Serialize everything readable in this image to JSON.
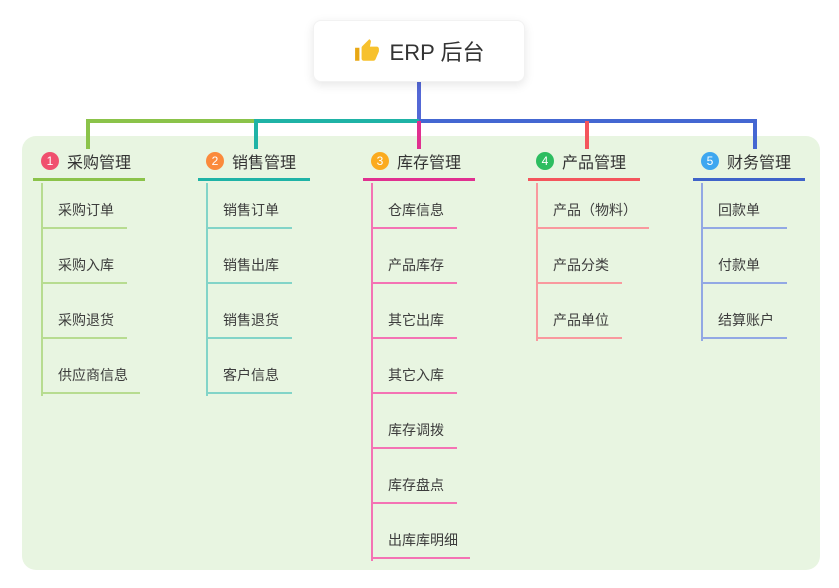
{
  "root": {
    "label": "ERP 后台",
    "icon": "thumbs-up-icon",
    "icon_color": "#f7b92a"
  },
  "connector_colors": {
    "root_line": "#5468d6",
    "bus_green": "#8bc34a",
    "bus_teal": "#1fb3a6",
    "bus_blue": "#4467d2",
    "drop_magenta": "#e03090",
    "drop_red": "#f4555c"
  },
  "panel_color": "#e8f5e1",
  "branches": [
    {
      "badge": "1",
      "label": "采购管理",
      "badge_color": "#f0506e",
      "line_color": "#8bc34a",
      "child_line_color": "#b7dc90",
      "children": [
        "采购订单",
        "采购入库",
        "采购退货",
        "供应商信息"
      ]
    },
    {
      "badge": "2",
      "label": "销售管理",
      "badge_color": "#fb8a3c",
      "line_color": "#1fb3a6",
      "child_line_color": "#82d4c8",
      "children": [
        "销售订单",
        "销售出库",
        "销售退货",
        "客户信息"
      ]
    },
    {
      "badge": "3",
      "label": "库存管理",
      "badge_color": "#fbab1f",
      "line_color": "#e03090",
      "child_line_color": "#f473b4",
      "children": [
        "仓库信息",
        "产品库存",
        "其它出库",
        "其它入库",
        "库存调拨",
        "库存盘点",
        "出库库明细"
      ]
    },
    {
      "badge": "4",
      "label": "产品管理",
      "badge_color": "#2dbd60",
      "line_color": "#f4555c",
      "child_line_color": "#f9999e",
      "children": [
        "产品（物料）",
        "产品分类",
        "产品单位"
      ]
    },
    {
      "badge": "5",
      "label": "财务管理",
      "badge_color": "#3ea7f0",
      "line_color": "#3f63c9",
      "child_line_color": "#92a8e4",
      "children": [
        "回款单",
        "付款单",
        "结算账户"
      ]
    }
  ]
}
